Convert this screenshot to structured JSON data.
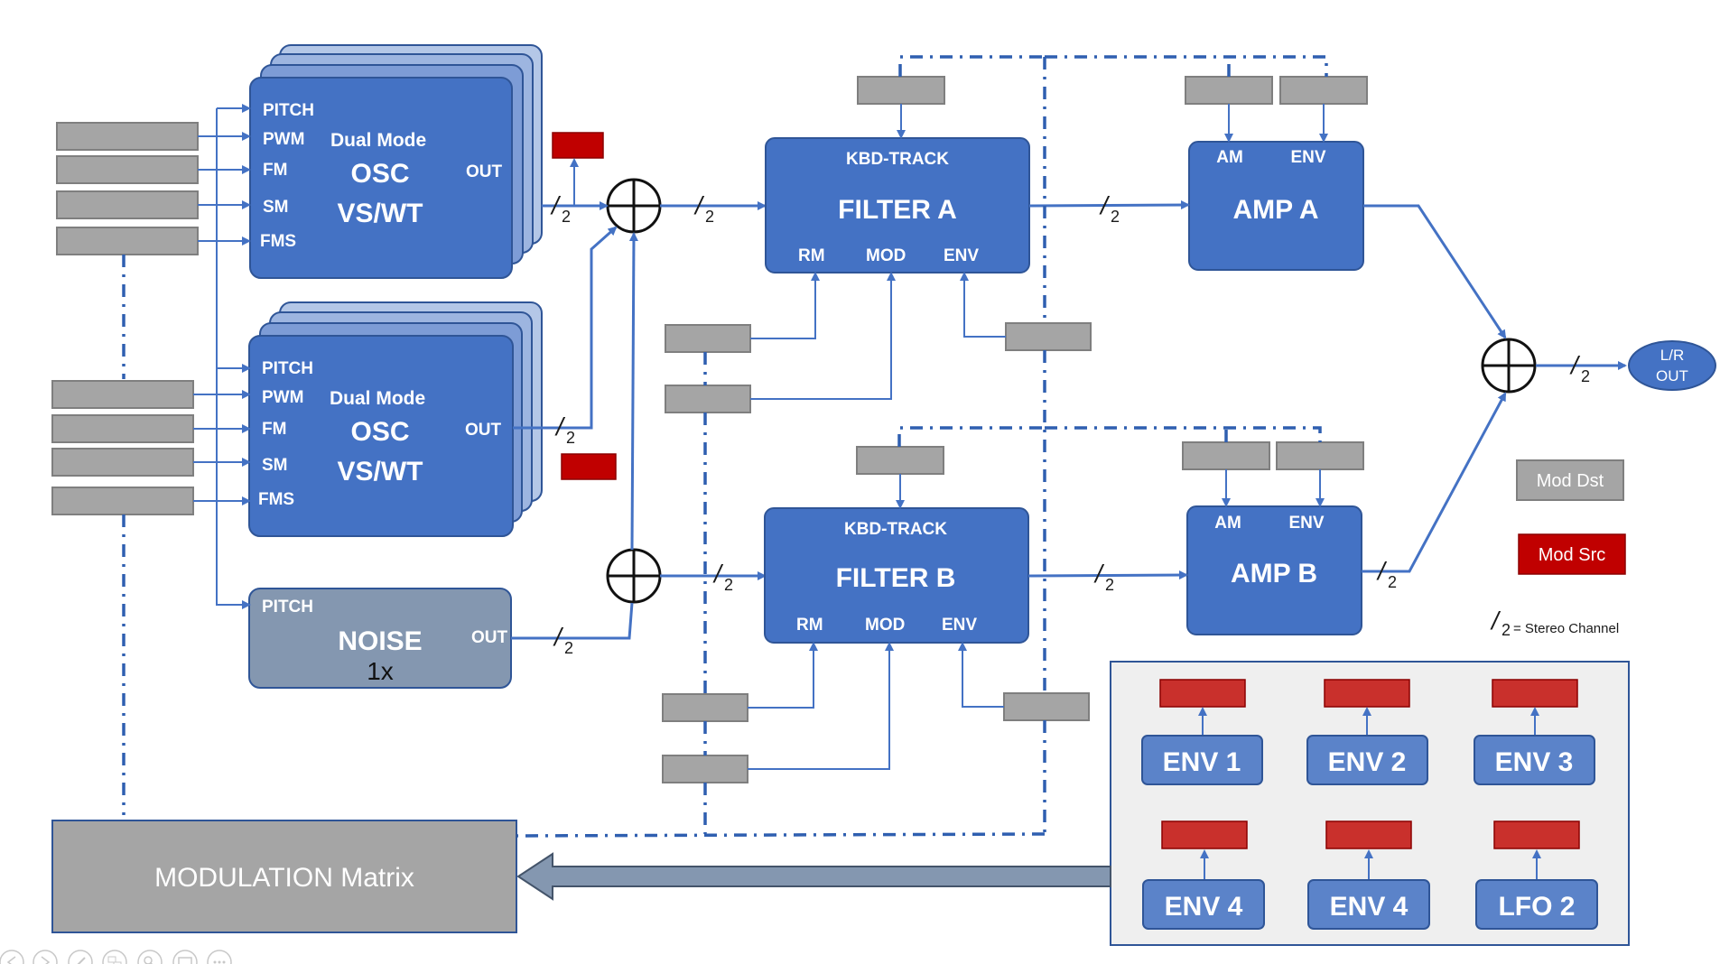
{
  "osc": {
    "inputs": [
      "PITCH",
      "PWM",
      "FM",
      "SM",
      "FMS"
    ],
    "title_line1": "Dual Mode",
    "title_line2": "OSC",
    "title_line3": "VS/WT",
    "out": "OUT"
  },
  "noise": {
    "input": "PITCH",
    "title": "NOISE",
    "count": "1x",
    "out": "OUT"
  },
  "filter_a": {
    "top": "KBD-TRACK",
    "title": "FILTER A",
    "rm": "RM",
    "mod": "MOD",
    "env": "ENV"
  },
  "filter_b": {
    "top": "KBD-TRACK",
    "title": "FILTER B",
    "rm": "RM",
    "mod": "MOD",
    "env": "ENV"
  },
  "amp_a": {
    "am": "AM",
    "env": "ENV",
    "title": "AMP A"
  },
  "amp_b": {
    "am": "AM",
    "env": "ENV",
    "title": "AMP B"
  },
  "output": {
    "line1": "L/R",
    "line2": "OUT"
  },
  "legend": {
    "mod_dst": "Mod Dst",
    "mod_src": "Mod Src",
    "stereo_slash": "/",
    "stereo_sub": "2",
    "stereo_text": "= Stereo Channel"
  },
  "channel_slash": "/",
  "channel_sub": "2",
  "sources": [
    "ENV 1",
    "ENV 2",
    "ENV 3",
    "ENV 4",
    "ENV 4",
    "LFO 2"
  ],
  "matrix": {
    "title": "MODULATION Matrix"
  },
  "colors": {
    "block": "#4472C4",
    "noise": "#8497B0",
    "mod_dst": "#A5A5A5",
    "mod_src": "#C00000",
    "panel": "#EFEFEF"
  }
}
